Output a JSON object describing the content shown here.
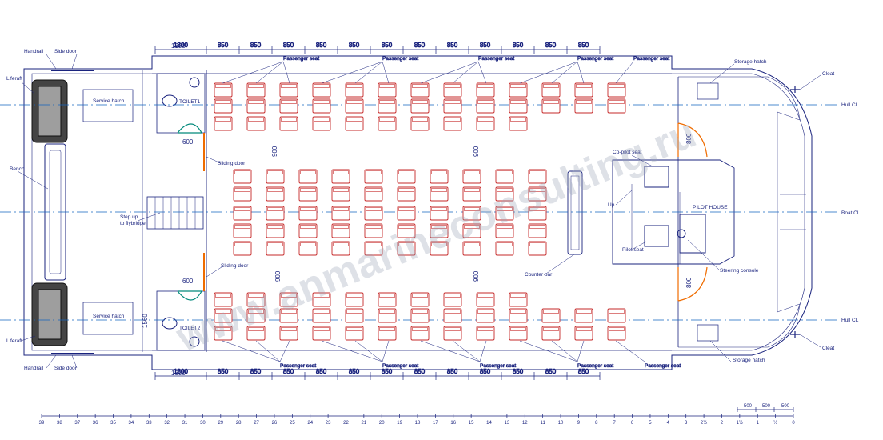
{
  "watermark": "www.anmarineconsulting.ru",
  "labels": {
    "handrail_top": "Handrail",
    "side_door_top": "Side door",
    "liferaft_top": "Liferaft",
    "service_hatch_top": "Service hatch",
    "toilet1": "TOILET1",
    "bench": "Bench",
    "step_up": "Step up",
    "to_flybridge": "to flybridge",
    "sliding_door_top": "Sliding door",
    "sliding_door_bottom": "Sliding door",
    "service_hatch_bottom": "Service hatch",
    "toilet2": "TOILET2",
    "liferaft_bottom": "Liferaft",
    "handrail_bottom": "Handrail",
    "side_door_bottom": "Side door",
    "counter_bar": "Counter bar",
    "co_pilot_seat": "Co-pilot seat",
    "pilot_house": "PILOT HOUSE",
    "up": "Up",
    "pilot_seat": "Pilot seat",
    "steering_console": "Steering console",
    "storage_hatch_top": "Storage hatch",
    "storage_hatch_bottom": "Storage hatch",
    "cleat_top": "Cleat",
    "cleat_bottom": "Cleat",
    "hull_cl_top": "Hull CL",
    "boat_cl": "Boat CL",
    "hull_cl_bottom": "Hull CL",
    "passenger_seat": "Passenger seat"
  },
  "dimensions": {
    "toilet_width": "1300",
    "seat_pitch": "850",
    "aisle": "900",
    "door_600": "600",
    "door_800": "800",
    "side_1560": "1560",
    "scale_500": "500"
  },
  "ruler": {
    "frames": [
      "39",
      "38",
      "37",
      "36",
      "35",
      "34",
      "33",
      "32",
      "31",
      "30",
      "29",
      "28",
      "27",
      "26",
      "25",
      "24",
      "23",
      "22",
      "21",
      "20",
      "19",
      "18",
      "17",
      "16",
      "15",
      "14",
      "13",
      "12",
      "11",
      "10",
      "9",
      "8",
      "7",
      "6",
      "5",
      "4",
      "3",
      "2½",
      "2",
      "1½",
      "1",
      "½",
      "0"
    ]
  },
  "colors": {
    "line": "#1a237e",
    "seat": "#c62828",
    "centerline": "#1565c0",
    "door": "#ef6c00",
    "hatch": "#00897b"
  }
}
